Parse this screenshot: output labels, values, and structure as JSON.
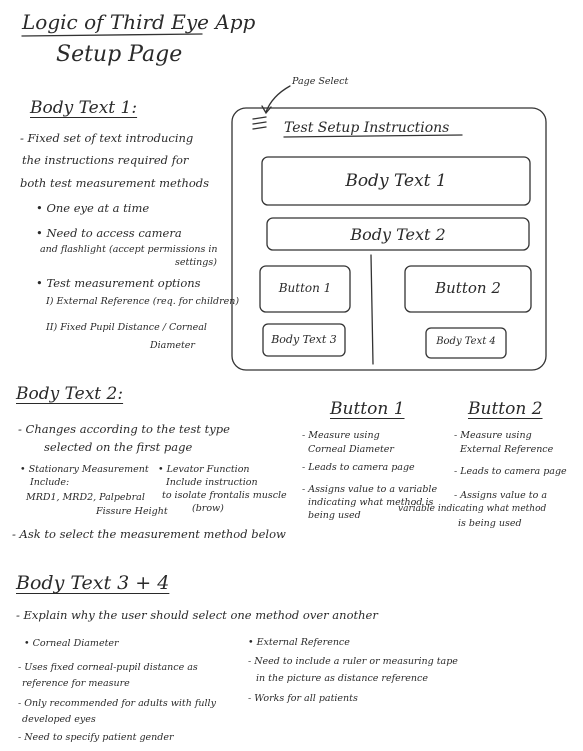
{
  "title": "Logic of Third Eye App",
  "subtitle": "Setup Page",
  "page_select_label": "Page Select",
  "mockup": {
    "header": "Test Setup Instructions",
    "body_text_1": "Body Text 1",
    "body_text_2": "Body Text 2",
    "button_1": "Button 1",
    "button_2": "Button 2",
    "body_text_3": "Body Text 3",
    "body_text_4": "Body Text 4"
  },
  "body_text_1_section": {
    "heading": "Body Text 1:",
    "lines": [
      "- Fixed set of text introducing",
      "the instructions required for",
      "both test measurement methods",
      "• One eye at a time",
      "• Need to access camera",
      "and flashlight (accept permissions in",
      "settings)",
      "• Test measurement options",
      "I) External Reference (req. for children)",
      "II) Fixed Pupil Distance / Corneal",
      "Diameter"
    ]
  },
  "body_text_2_section": {
    "heading": "Body Text 2:",
    "lines": [
      "- Changes according to the test type",
      "selected on the first page",
      "• Stationary Measurement",
      "Include:",
      "MRD1, MRD2, Palpebral",
      "Fissure Height",
      "• Levator Function",
      "Include instruction",
      "to isolate frontalis muscle",
      "(brow)",
      "- Ask to select the measurement method below"
    ]
  },
  "button_1_section": {
    "heading": "Button 1",
    "lines": [
      "- Measure using",
      "Corneal Diameter",
      "- Leads to camera page",
      "- Assigns value to a variable",
      "indicating what method is",
      "being used"
    ]
  },
  "button_2_section": {
    "heading": "Button 2",
    "lines": [
      "- Measure using",
      "External Reference",
      "- Leads to camera page",
      "- Assigns value to a",
      "variable indicating what method",
      "is being used"
    ]
  },
  "body_text_34_section": {
    "heading": "Body Text 3 + 4",
    "intro": "- Explain why the user should select one method over another",
    "left": [
      "• Corneal Diameter",
      "- Uses fixed corneal-pupil distance as",
      "reference for measure",
      "- Only recommended for adults with fully",
      "developed eyes",
      "- Need to specify patient gender"
    ],
    "right": [
      "• External Reference",
      "- Need to include a ruler or measuring tape",
      "in the picture as distance reference",
      "- Works for all patients"
    ]
  }
}
